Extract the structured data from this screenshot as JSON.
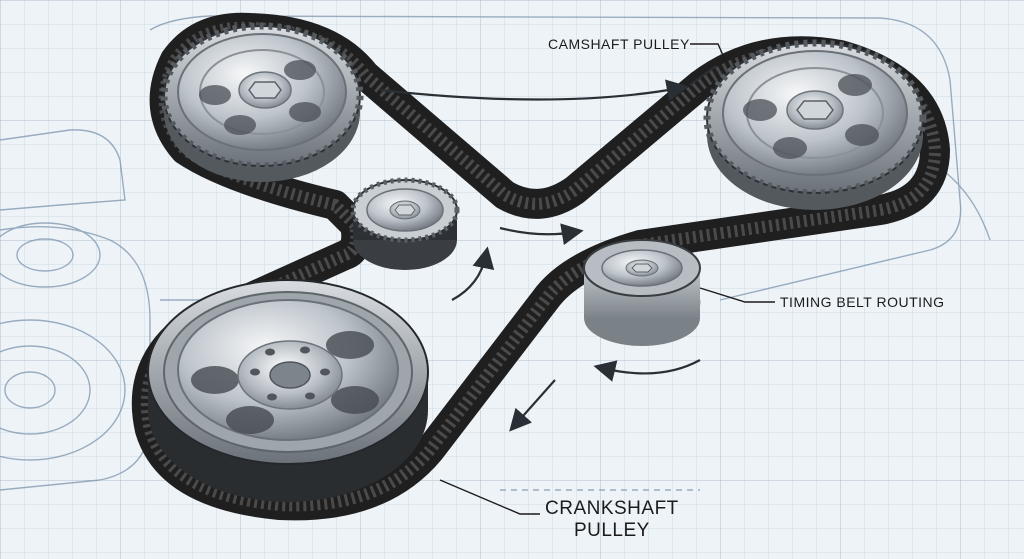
{
  "labels": {
    "camshaft_pulley": "CAMSHAFT PULLEY",
    "timing_belt_routing": "TIMING BELT ROUTING",
    "crankshaft_line1": "CRANKSHAFT",
    "crankshaft_line2": "PULLEY"
  },
  "colors": {
    "background": "#eef3f8",
    "grid": "#c5d3e0",
    "grid_major": "#aebfd0",
    "blueprint_line": "#7d95ad",
    "belt": "#1f1f1f",
    "belt_teeth": "#3a3a3a",
    "metal_light": "#e9ecef",
    "metal_mid": "#aab2ba",
    "metal_dark": "#5f666d",
    "arrow": "#2a2f36"
  },
  "components": [
    {
      "name": "camshaft-pulley-left",
      "kind": "toothed pulley"
    },
    {
      "name": "camshaft-pulley-right",
      "kind": "toothed pulley"
    },
    {
      "name": "tensioner-pulley",
      "kind": "toothed idler"
    },
    {
      "name": "idler-pulley",
      "kind": "smooth idler"
    },
    {
      "name": "crankshaft-pulley",
      "kind": "flanged pulley"
    }
  ]
}
